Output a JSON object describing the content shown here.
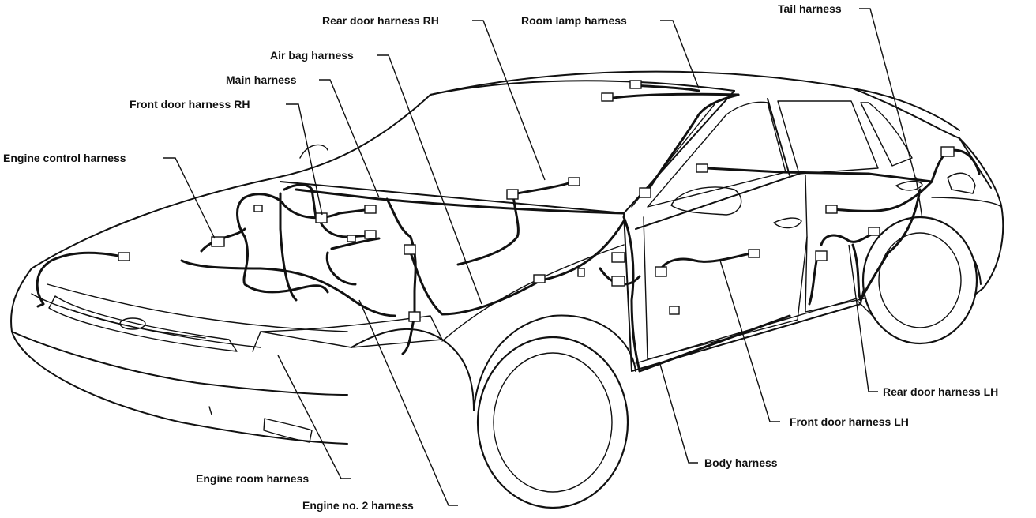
{
  "labels": {
    "rear_door_rh": "Rear door harness RH",
    "room_lamp": "Room lamp harness",
    "tail": "Tail harness",
    "air_bag": "Air bag harness",
    "main": "Main harness",
    "front_door_rh": "Front door harness RH",
    "engine_control": "Engine control harness",
    "rear_door_lh": "Rear door harness LH",
    "front_door_lh": "Front door harness LH",
    "body": "Body harness",
    "engine_room": "Engine room harness",
    "engine_no2": "Engine no. 2 harness"
  }
}
